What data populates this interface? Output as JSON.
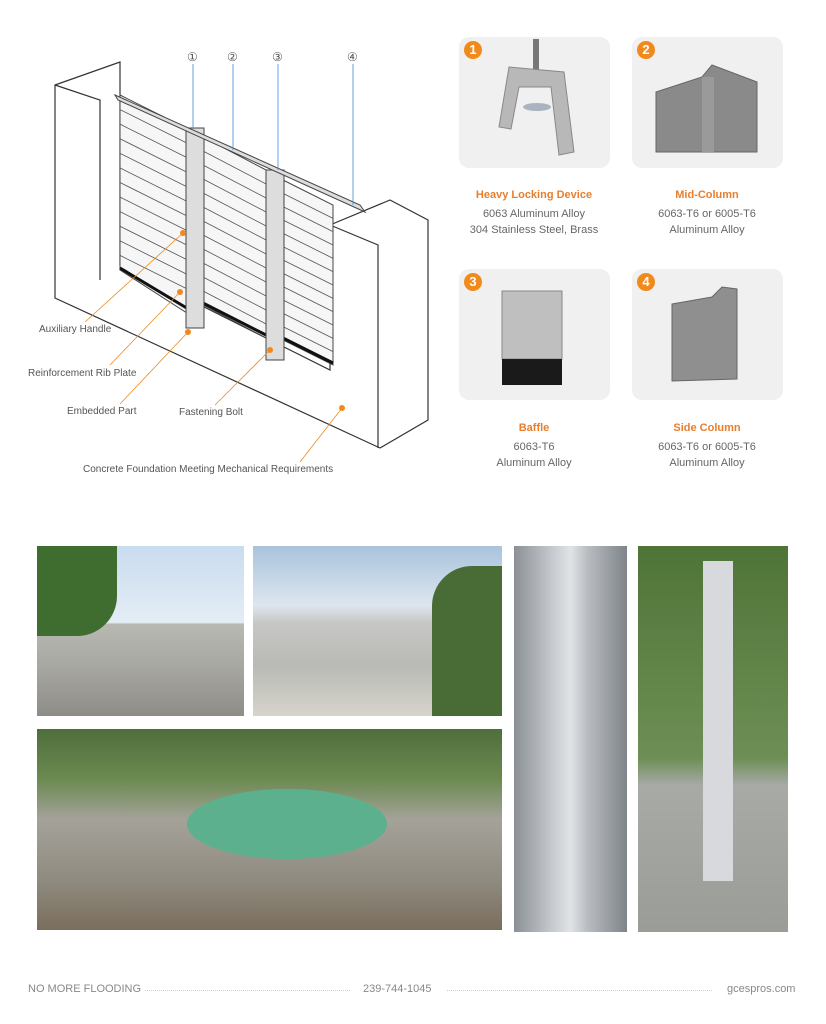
{
  "diagram": {
    "callouts": [
      "①",
      "②",
      "③",
      "④"
    ],
    "labels": {
      "auxiliary_handle": "Auxiliary Handle",
      "reinforcement_rib_plate": "Reinforcement Rib Plate",
      "embedded_part": "Embedded Part",
      "fastening_bolt": "Fastening Bolt",
      "concrete_foundation": "Concrete Foundation Meeting Mechanical Requirements"
    }
  },
  "components": [
    {
      "num": "1",
      "title": "Heavy Locking Device",
      "lines": [
        "6063 Aluminum Alloy",
        "304 Stainless Steel, Brass"
      ]
    },
    {
      "num": "2",
      "title": "Mid-Column",
      "lines": [
        "6063-T6 or 6005-T6",
        "Aluminum Alloy"
      ]
    },
    {
      "num": "3",
      "title": "Baffle",
      "lines": [
        "6063-T6",
        "Aluminum Alloy"
      ]
    },
    {
      "num": "4",
      "title": "Side Column",
      "lines": [
        "6063-T6 or 6005-T6",
        "Aluminum Alloy"
      ]
    }
  ],
  "colors": {
    "accent": "#f08a1c"
  },
  "footer": {
    "slogan": "NO MORE FLOODING",
    "phone": "239-744-1045",
    "website": "gcespros.com"
  }
}
